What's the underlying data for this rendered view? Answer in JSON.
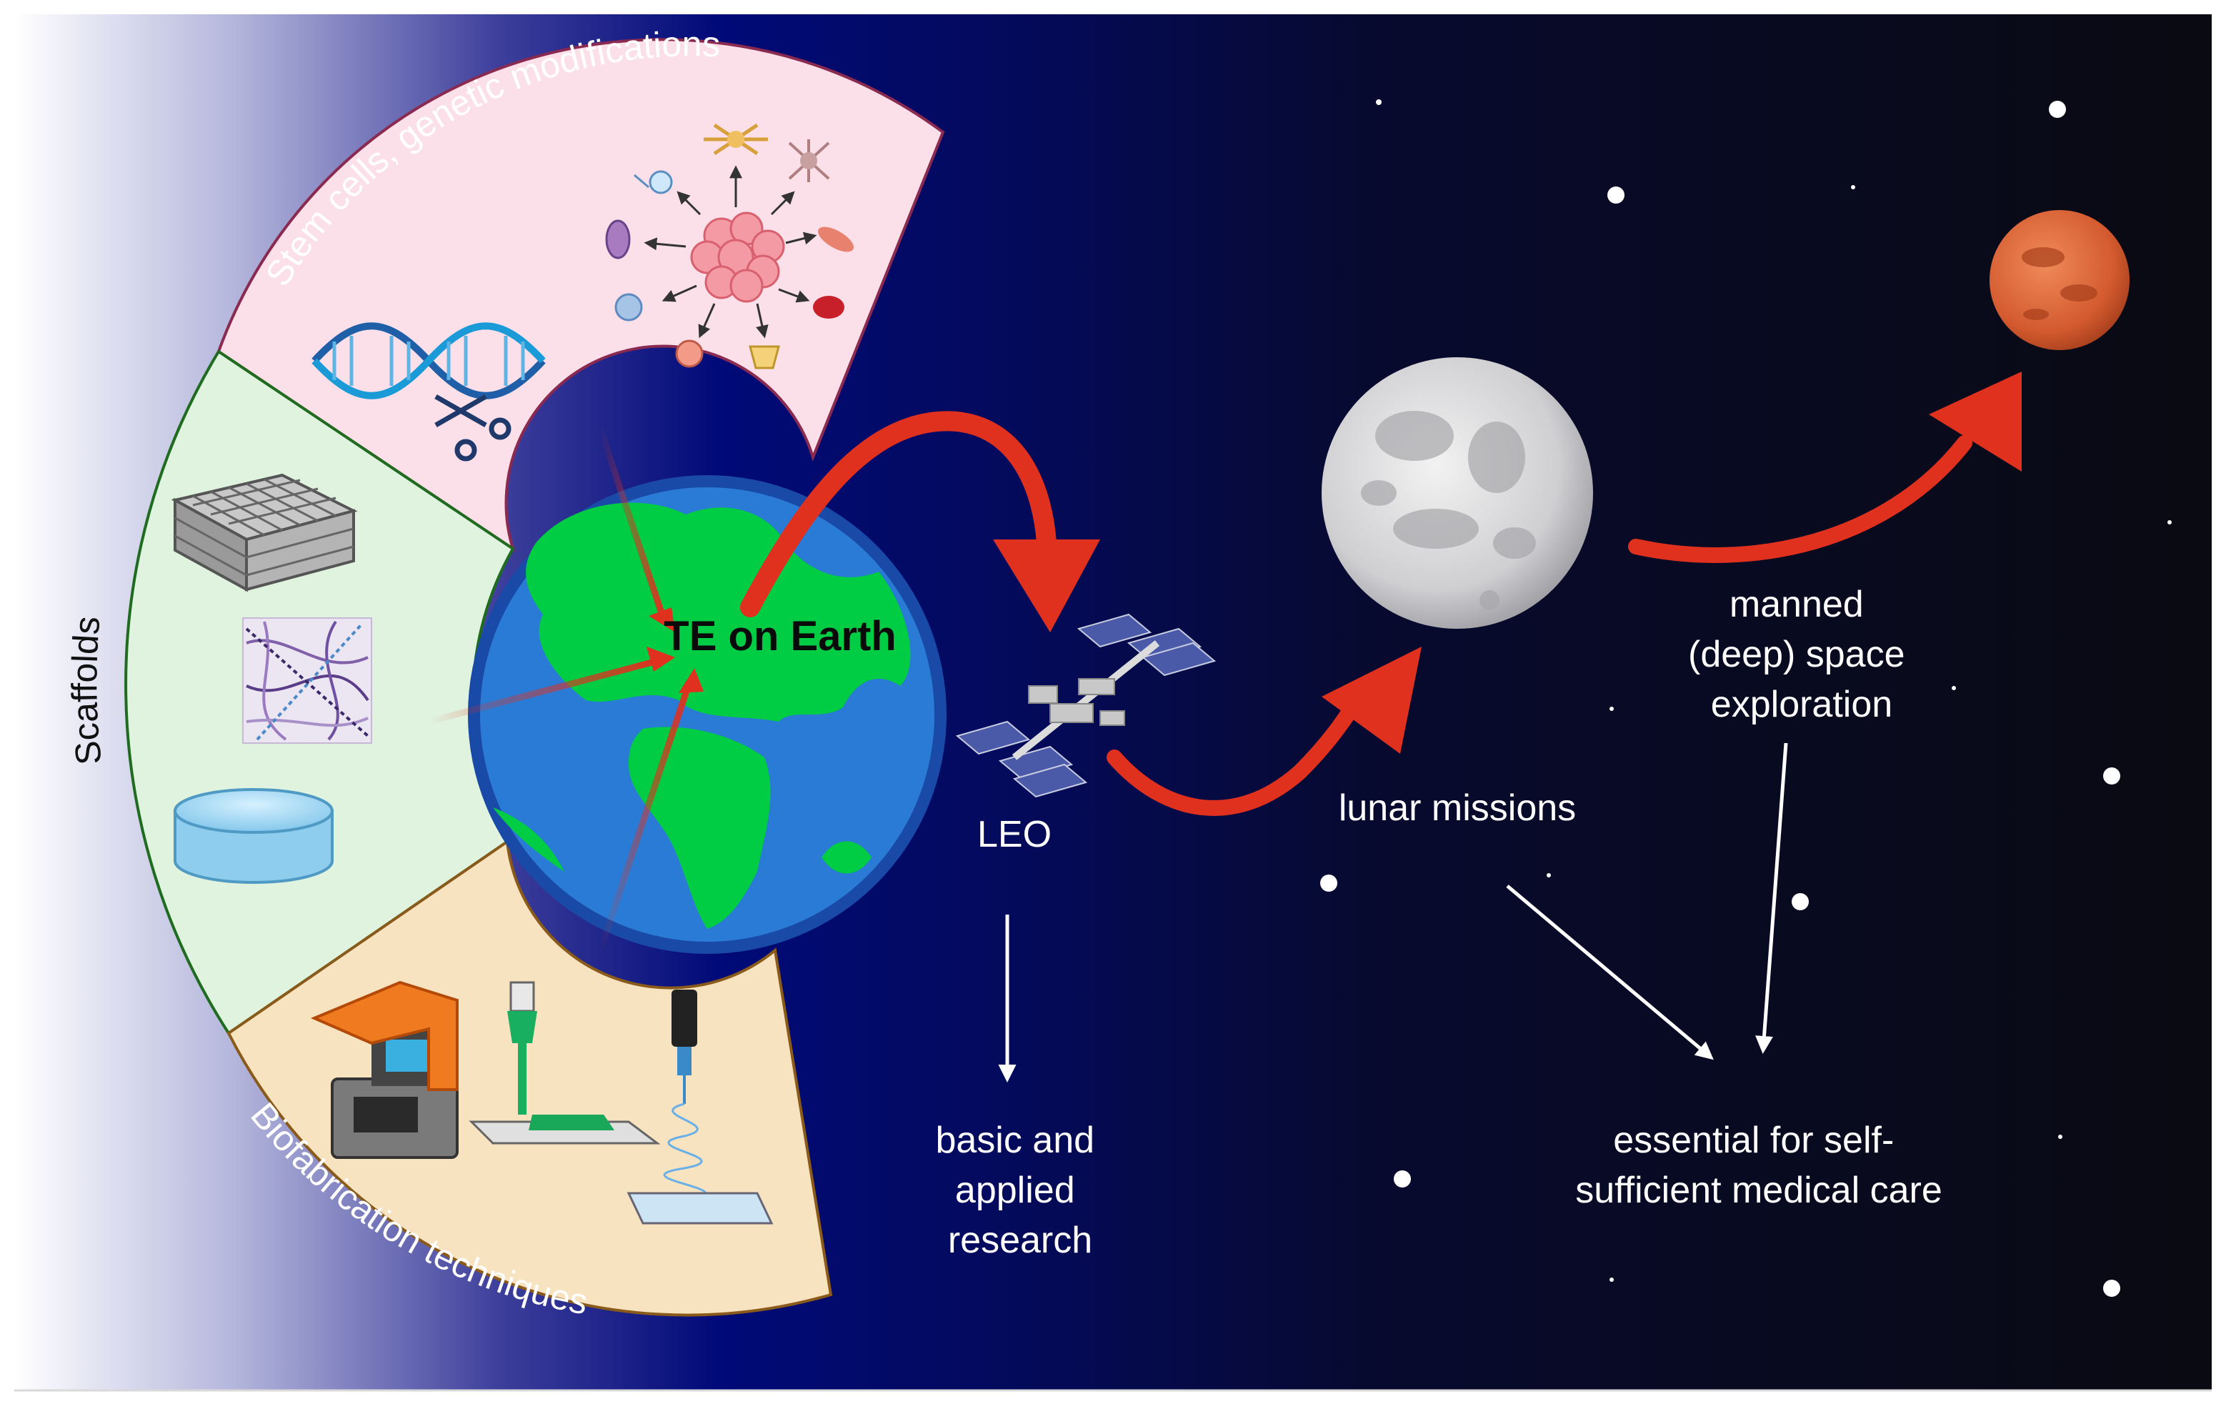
{
  "labels": {
    "arc_stem": "Stem cells, genetic modifications",
    "arc_scaffolds": "Scaffolds",
    "arc_biofab": "Biofabrication techniques",
    "earth": "TE on Earth",
    "leo": "LEO",
    "leo_outcome": [
      "basic and",
      "applied",
      "research"
    ],
    "lunar": "lunar missions",
    "deep": [
      "manned",
      "(deep) space",
      "exploration"
    ],
    "outcome": [
      "essential for self-",
      "sufficient medical care"
    ]
  },
  "icons": {
    "dna": "dna-scissors-icon",
    "cells": "stem-cell-differentiation-icon",
    "scaffold_grid": "lattice-scaffold-icon",
    "scaffold_fibers": "fiber-mesh-icon",
    "hydrogel": "hydrogel-disc-icon",
    "printer": "stereolithography-printer-icon",
    "extrusion": "extrusion-bioprinter-icon",
    "electrospin": "electrospinning-icon",
    "iss": "space-station-icon",
    "moon": "moon-icon",
    "mars": "mars-icon"
  },
  "colors": {
    "stem_bg": "#fbe0ea",
    "scaffold_bg": "#dff3df",
    "biofab_bg": "#f7e3bf",
    "earth_ocean": "#2a7bd6",
    "earth_land": "#00cc44",
    "arrow_red": "#e0301e",
    "space": "#05063a"
  }
}
